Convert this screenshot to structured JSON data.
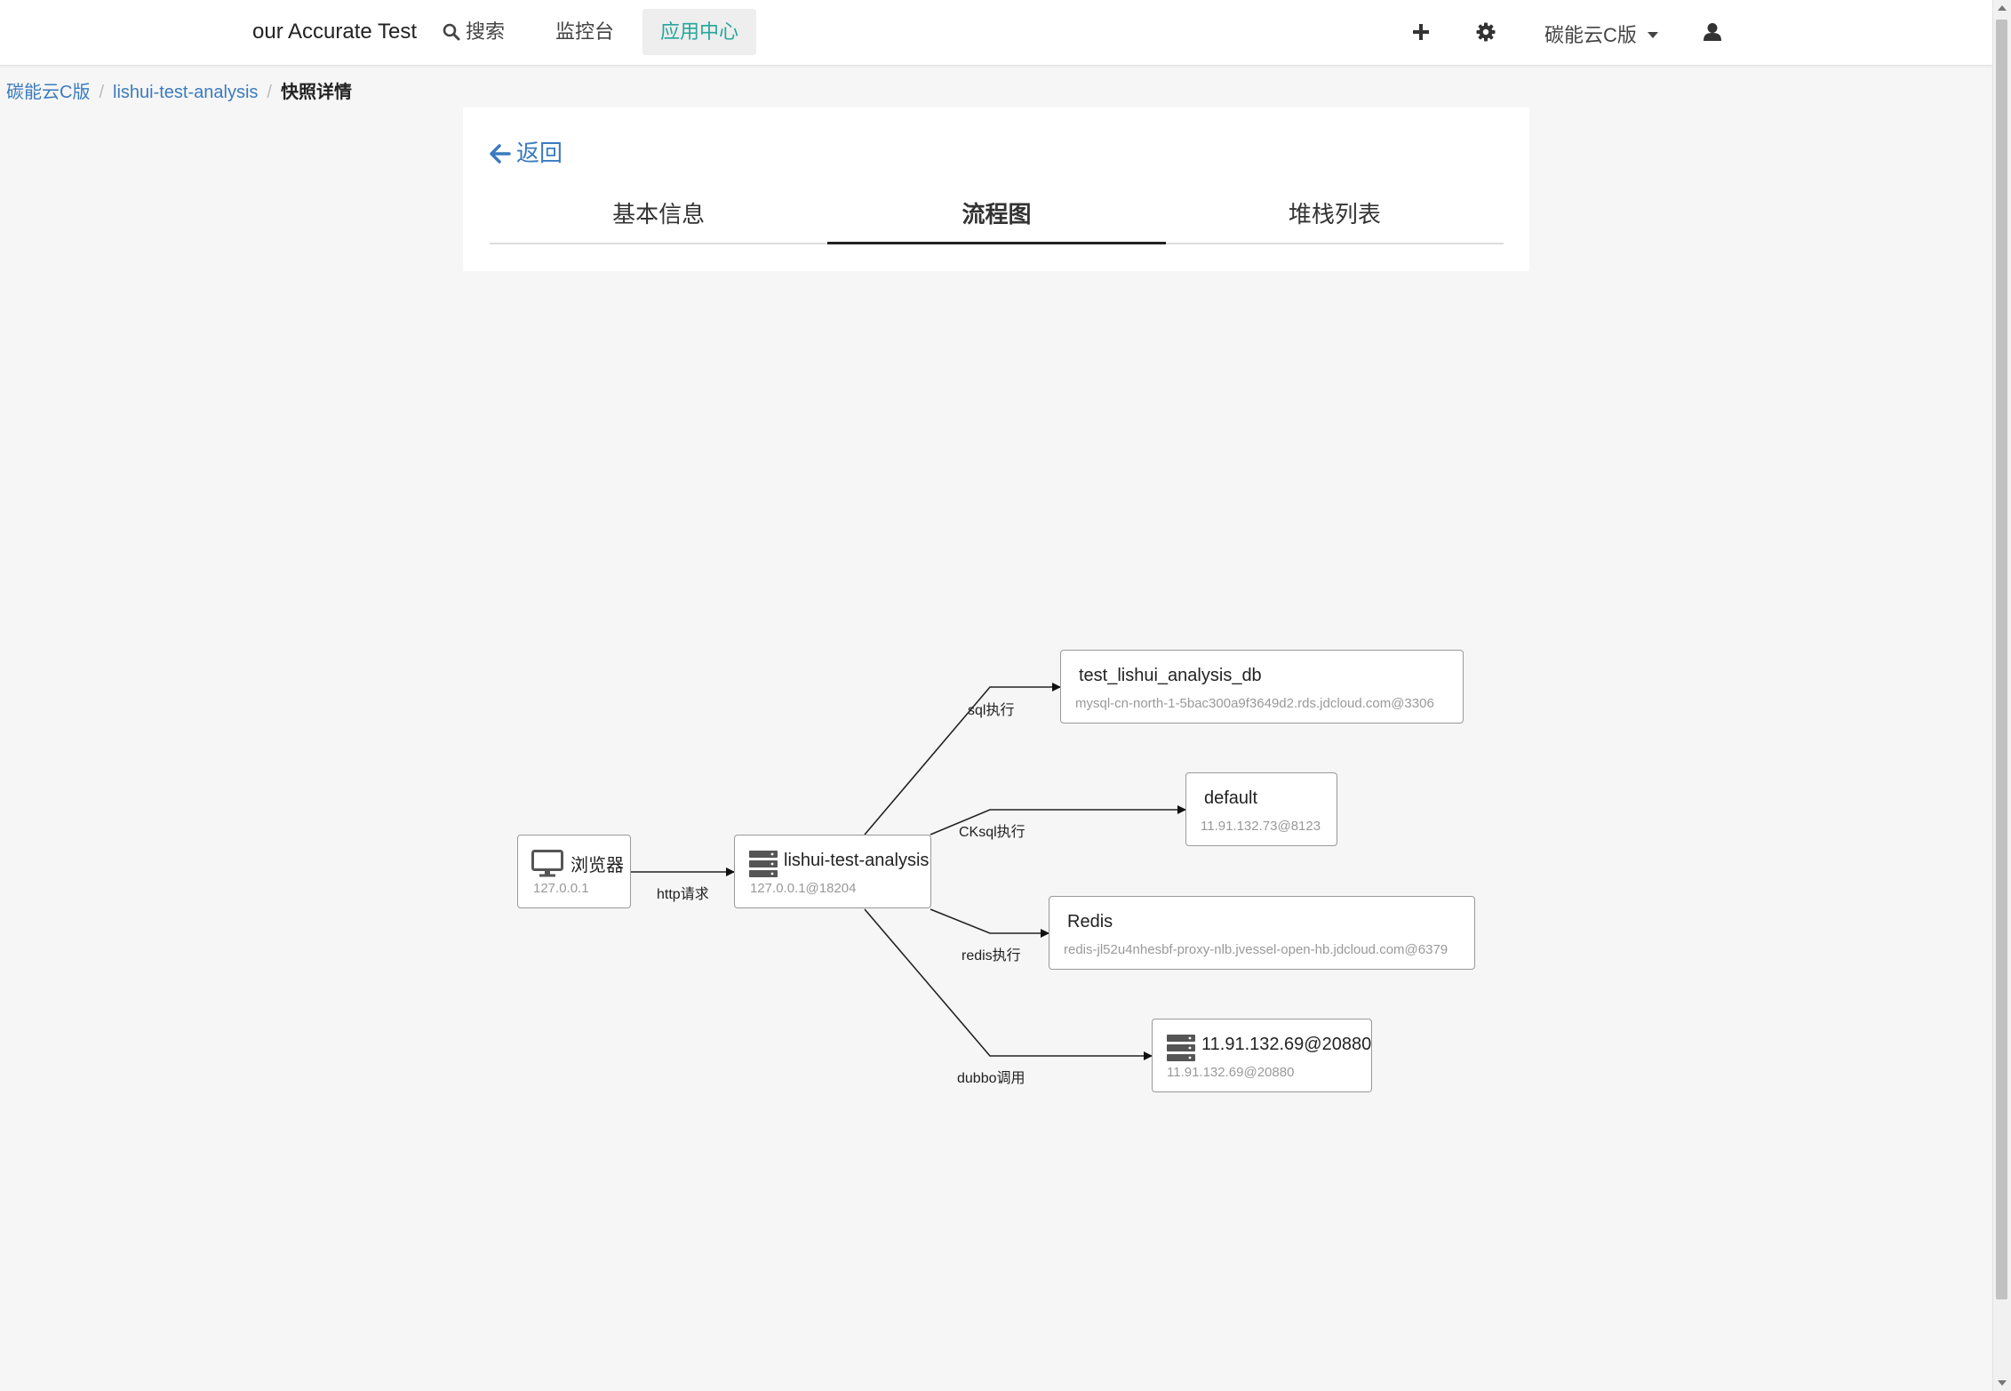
{
  "navbar": {
    "brand": "our Accurate Test",
    "search_label": "搜索",
    "monitor_label": "监控台",
    "app_center_label": "应用中心",
    "env_label": "碳能云C版",
    "accent_color": "#26a69a"
  },
  "breadcrumb": {
    "items": [
      "碳能云C版",
      "lishui-test-analysis"
    ],
    "current": "快照详情"
  },
  "panel": {
    "back_label": "返回",
    "tabs": [
      {
        "label": "基本信息",
        "active": false
      },
      {
        "label": "流程图",
        "active": true
      },
      {
        "label": "堆栈列表",
        "active": false
      }
    ]
  },
  "flow": {
    "nodes": {
      "browser": {
        "title": "浏览器",
        "sub": "127.0.0.1",
        "icon": "monitor-icon"
      },
      "app": {
        "title": "lishui-test-analysis",
        "sub": "127.0.0.1@18204",
        "icon": "server-icon"
      },
      "db": {
        "title": "test_lishui_analysis_db",
        "sub": "mysql-cn-north-1-5bac300a9f3649d2.rds.jdcloud.com@3306"
      },
      "default": {
        "title": "default",
        "sub": "11.91.132.73@8123"
      },
      "redis": {
        "title": "Redis",
        "sub": "redis-jl52u4nhesbf-proxy-nlb.jvessel-open-hb.jdcloud.com@6379"
      },
      "dubbo": {
        "title": "11.91.132.69@20880",
        "sub": "11.91.132.69@20880",
        "icon": "server-icon"
      }
    },
    "edges": {
      "http": "http请求",
      "sql": "sql执行",
      "cksql": "CKsql执行",
      "redis": "redis执行",
      "dubbo": "dubbo调用"
    }
  }
}
